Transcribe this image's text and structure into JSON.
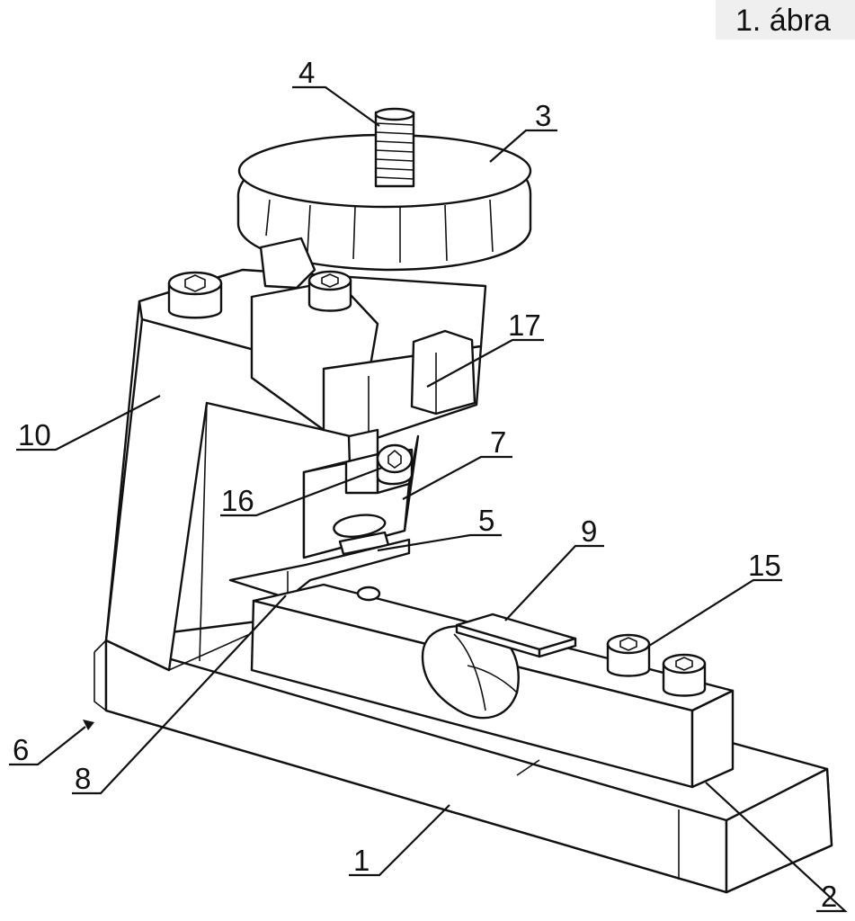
{
  "figure": {
    "title": "1. ábra",
    "labels": [
      {
        "id": "4",
        "text": "4"
      },
      {
        "id": "3",
        "text": "3"
      },
      {
        "id": "17",
        "text": "17"
      },
      {
        "id": "10",
        "text": "10"
      },
      {
        "id": "7",
        "text": "7"
      },
      {
        "id": "16",
        "text": "16"
      },
      {
        "id": "5",
        "text": "5"
      },
      {
        "id": "9",
        "text": "9"
      },
      {
        "id": "15",
        "text": "15"
      },
      {
        "id": "6",
        "text": "6"
      },
      {
        "id": "8",
        "text": "8"
      },
      {
        "id": "1",
        "text": "1"
      },
      {
        "id": "2",
        "text": "2"
      }
    ]
  }
}
